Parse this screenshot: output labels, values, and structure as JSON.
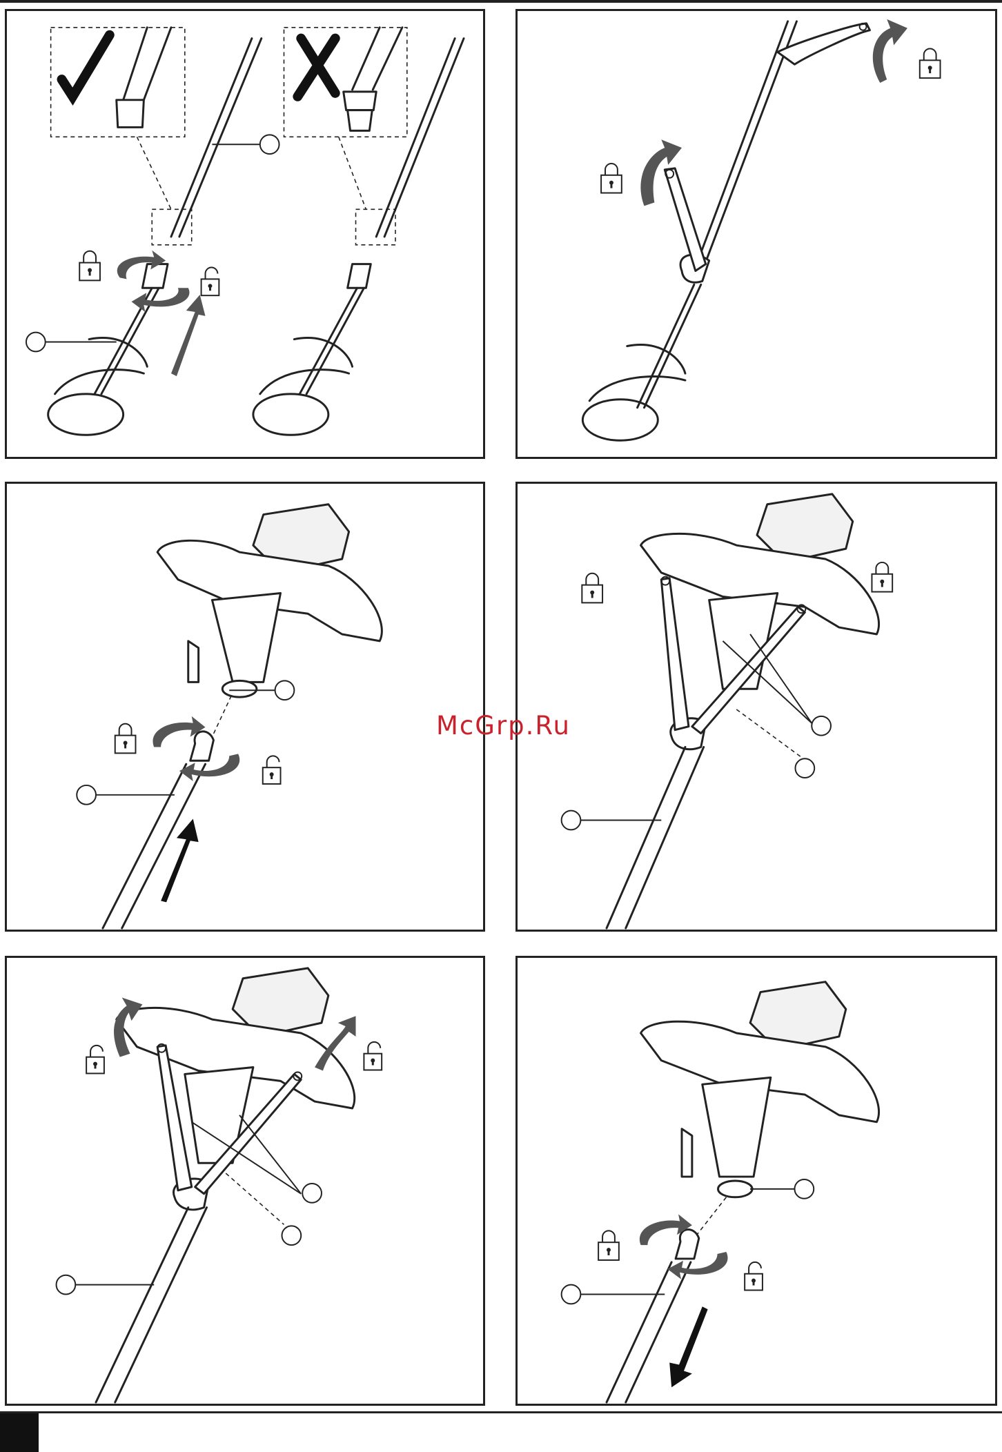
{
  "watermark": {
    "text": "McGrp.Ru",
    "color": "#c8232c"
  },
  "panels": [
    {
      "id": "panel-1",
      "icons": [
        "check-mark-icon",
        "cross-mark-icon",
        "lock-icon",
        "unlock-icon",
        "push-up-arrow-icon"
      ]
    },
    {
      "id": "panel-2",
      "icons": [
        "lock-icon",
        "lock-icon",
        "rotate-arrow-icon"
      ]
    },
    {
      "id": "panel-3",
      "icons": [
        "lock-icon",
        "unlock-icon",
        "push-up-arrow-icon"
      ]
    },
    {
      "id": "panel-4",
      "icons": [
        "lock-icon",
        "lock-icon"
      ]
    },
    {
      "id": "panel-5",
      "icons": [
        "unlock-icon",
        "unlock-icon",
        "rotate-arrow-icon"
      ]
    },
    {
      "id": "panel-6",
      "icons": [
        "lock-icon",
        "unlock-icon",
        "pull-down-arrow-icon"
      ]
    }
  ],
  "colors": {
    "ink": "#222222",
    "arrow": "#555555",
    "background": "#ffffff"
  }
}
